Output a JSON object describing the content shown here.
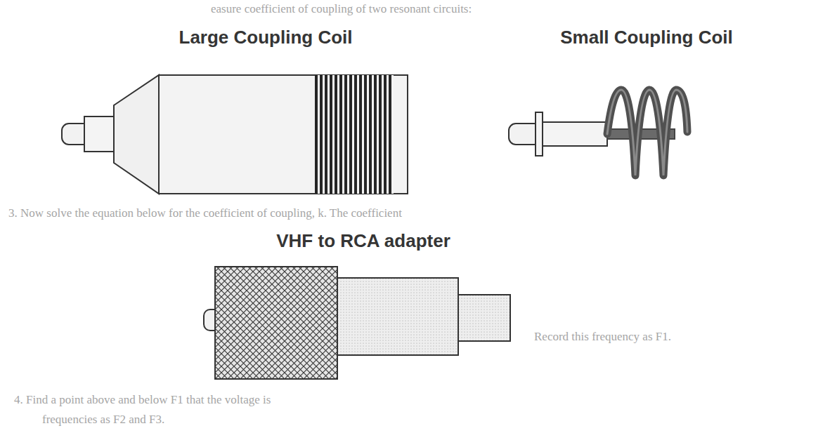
{
  "diagram": {
    "labels": [
      "easure coefficient of coupling of two resonant circuits:",
      "Large Coupling Coil",
      "Small Coupling Coil",
      "3. Now solve the equation below for the coefficient of coupling, k. The coefficient",
      "VHF to RCA adapter",
      "Record this frequency as F1.",
      "4. Find a point above and below F1 that the voltage is",
      "frequencies as F2 and F3."
    ]
  }
}
